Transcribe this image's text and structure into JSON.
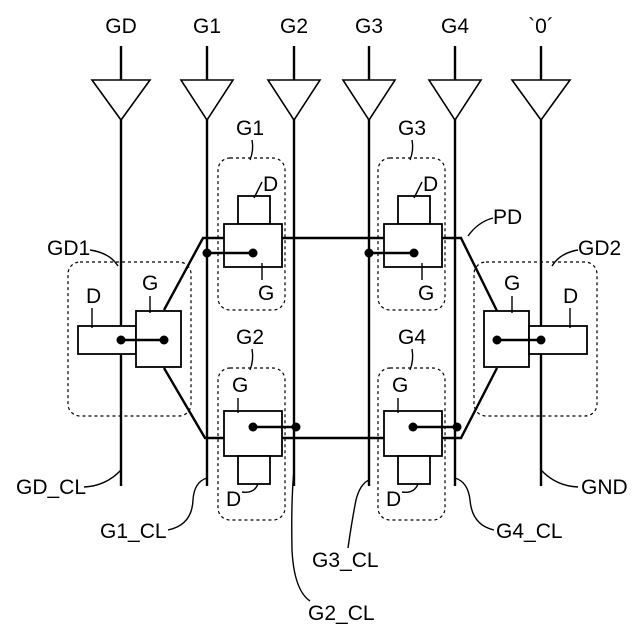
{
  "lines": {
    "gd": "GD",
    "g1": "G1",
    "g2": "G2",
    "g3": "G3",
    "g4": "G4",
    "zero": "`0´"
  },
  "groups": {
    "gd1": "GD1",
    "gd2": "GD2",
    "g1": "G1",
    "g2": "G2",
    "g3": "G3",
    "g4": "G4",
    "pd": "PD"
  },
  "terminals": {
    "d": "D",
    "g": "G"
  },
  "cl_labels": {
    "gd_cl": "GD_CL",
    "g1_cl": "G1_CL",
    "g2_cl": "G2_CL",
    "g3_cl": "G3_CL",
    "g4_cl": "G4_CL",
    "gnd": "GND"
  },
  "colors": {
    "ink": "#000000",
    "background": "#ffffff"
  }
}
